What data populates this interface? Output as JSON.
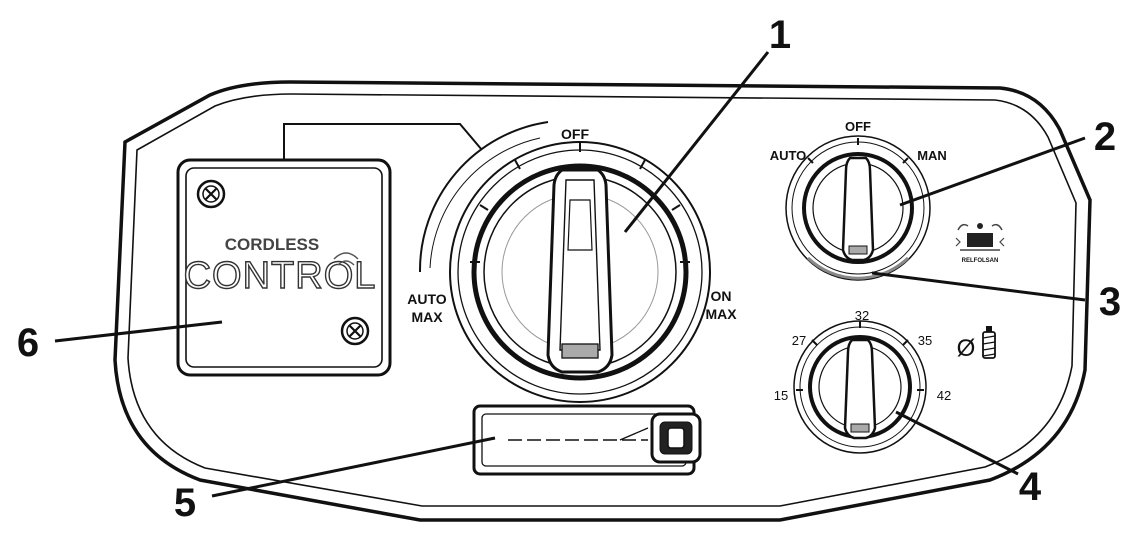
{
  "callouts": {
    "c1": "1",
    "c2": "2",
    "c3": "3",
    "c4": "4",
    "c5": "5",
    "c6": "6"
  },
  "main_knob": {
    "off": "OFF",
    "auto_line1": "AUTO",
    "auto_line2": "MAX",
    "on_line1": "ON",
    "on_line2": "MAX"
  },
  "mode_knob": {
    "auto": "AUTO",
    "off": "OFF",
    "man": "MAN",
    "icon": "relay-fan-icon",
    "icon_text": "RELFOLSAN"
  },
  "diameter_knob": {
    "ticks": [
      "15",
      "27",
      "32",
      "35",
      "42"
    ],
    "icon": "diameter-screw-icon",
    "symbol": "Ø"
  },
  "cover": {
    "line1": "CORDLESS",
    "line2": "CONTROL"
  },
  "colors": {
    "ink": "#111111",
    "panel": "#ffffff",
    "shade": "#d8d8d8"
  }
}
